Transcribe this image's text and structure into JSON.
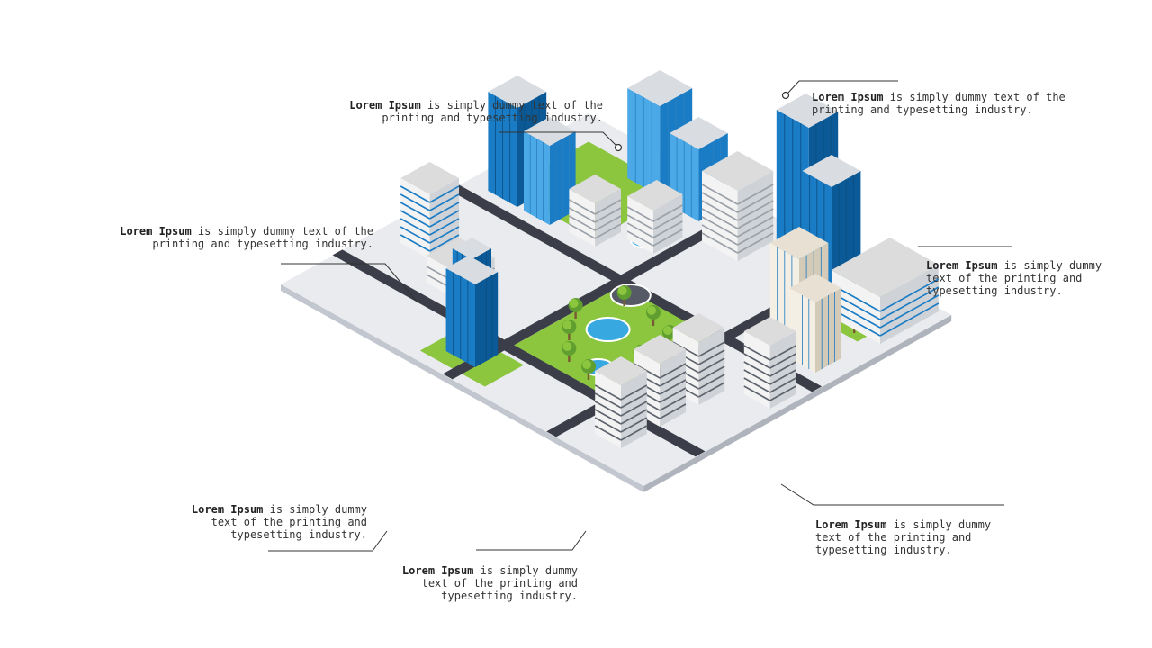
{
  "colors": {
    "glass_dark": "#0b5a97",
    "glass_mid": "#1a7cc4",
    "glass_light": "#4aa9e6",
    "grass": "#8cc63f",
    "grass_dark": "#5f9e2f",
    "road": "#3b3e48",
    "base_top": "#e9ebef",
    "base_side": "#c2c6ce",
    "white_top": "#dcdcdc",
    "white_left": "#f3f3f3",
    "white_right": "#cfd2d6",
    "leader": "#333333"
  },
  "callouts": [
    {
      "id": "top-center",
      "bold": "Lorem Ipsum",
      "text": " is simply dummy text of the printing and typesetting industry."
    },
    {
      "id": "top-right",
      "bold": "Lorem Ipsum",
      "text": " is simply dummy text of the printing and typesetting industry."
    },
    {
      "id": "left",
      "bold": "Lorem Ipsum",
      "text": " is simply dummy text of the printing and typesetting industry."
    },
    {
      "id": "right",
      "bold": "Lorem Ipsum",
      "text": " is simply dummy text of the printing and typesetting industry."
    },
    {
      "id": "bottom-left",
      "bold": "Lorem Ipsum",
      "text": " is simply dummy text of the printing and typesetting industry."
    },
    {
      "id": "bottom-center",
      "bold": "Lorem Ipsum",
      "text": " is simply dummy text of the printing and typesetting industry."
    },
    {
      "id": "bottom-right",
      "bold": "Lorem Ipsum",
      "text": " is simply dummy text of the printing and typesetting industry."
    }
  ]
}
